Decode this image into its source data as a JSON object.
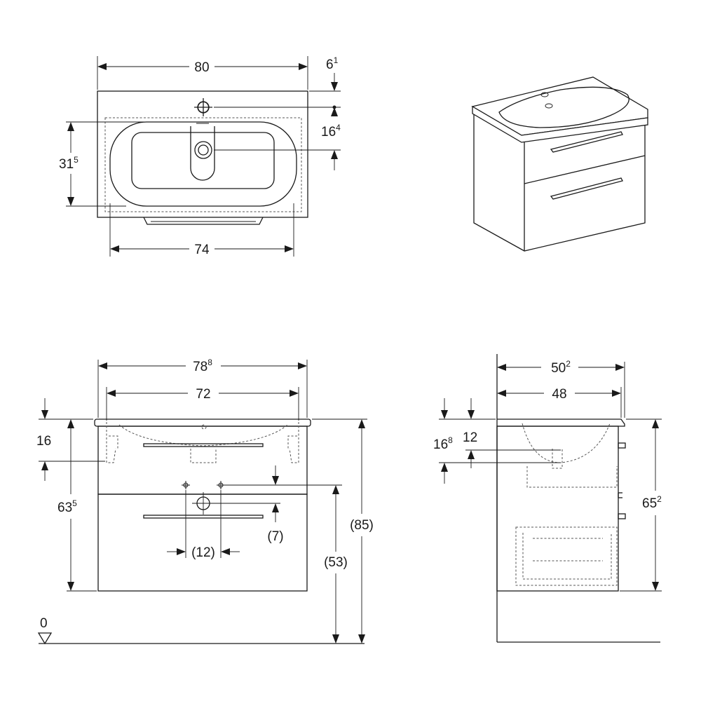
{
  "top_view": {
    "width": {
      "main": "80",
      "sup": ""
    },
    "inner_width": {
      "main": "74",
      "sup": ""
    },
    "back_offset": {
      "main": "6",
      "sup": "1"
    },
    "tap_to_drain": {
      "main": "16",
      "sup": "4"
    },
    "bowl_depth": {
      "main": "31",
      "sup": "5"
    }
  },
  "front_view": {
    "overall_width": {
      "main": "78",
      "sup": "8"
    },
    "bowl_width": {
      "main": "72",
      "sup": ""
    },
    "top_thickness": {
      "main": "16",
      "sup": ""
    },
    "unit_height": {
      "main": "63",
      "sup": "5"
    },
    "total_height": {
      "main": "(85)",
      "sup": ""
    },
    "drain_height": {
      "main": "(53)",
      "sup": ""
    },
    "drain_offset": {
      "main": "(7)",
      "sup": ""
    },
    "connection_spacing": {
      "main": "(12)",
      "sup": ""
    },
    "floor_level": {
      "main": "0",
      "sup": ""
    }
  },
  "side_view": {
    "overall_depth": {
      "main": "50",
      "sup": "2"
    },
    "inner_depth": {
      "main": "48",
      "sup": ""
    },
    "top_thickness": {
      "main": "16",
      "sup": "8"
    },
    "drain_depth": {
      "main": "12",
      "sup": ""
    },
    "unit_height": {
      "main": "65",
      "sup": "2"
    }
  }
}
